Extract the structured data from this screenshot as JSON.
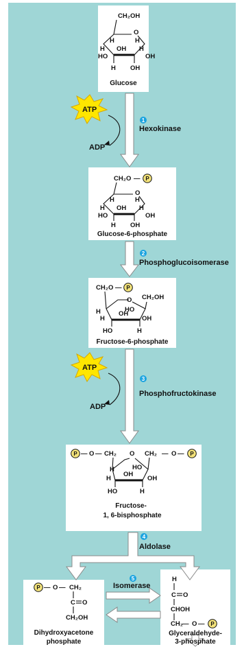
{
  "molecules": {
    "glucose": "Glucose",
    "g6p": "Glucose-6-phosphate",
    "f6p": "Fructose-6-phosphate",
    "fbp_line1": "Fructose-",
    "fbp_line2": "1, 6-bisphosphate",
    "dhap_line1": "Dihydroxyacetone",
    "dhap_line2": "phosphate",
    "g3p_line1": "Glyceraldehyde-",
    "g3p_line2": "3-phosphate"
  },
  "steps": [
    {
      "number": "1",
      "enzyme": "Hexokinase"
    },
    {
      "number": "2",
      "enzyme": "Phosphoglucoisomerase"
    },
    {
      "number": "3",
      "enzyme": "Phosphofructokinase"
    },
    {
      "number": "4",
      "enzyme": "Aldolase"
    },
    {
      "number": "5",
      "enzyme": "Isomerase"
    }
  ],
  "cofactors": {
    "atp": "ATP",
    "adp": "ADP"
  },
  "atoms": {
    "ch2oh": "CH₂OH",
    "ch2o": "CH₂O",
    "h": "H",
    "oh": "OH",
    "ho": "HO",
    "o": "O",
    "p": "P",
    "c": "C",
    "choh": "CHOH",
    "ch2": "CH₂",
    "dash": "—"
  },
  "colors": {
    "background": "#9fd6d6",
    "step_badge": "#1aa3e0",
    "atp_star": "#ffe600",
    "phosphate": "#f3e27a"
  }
}
